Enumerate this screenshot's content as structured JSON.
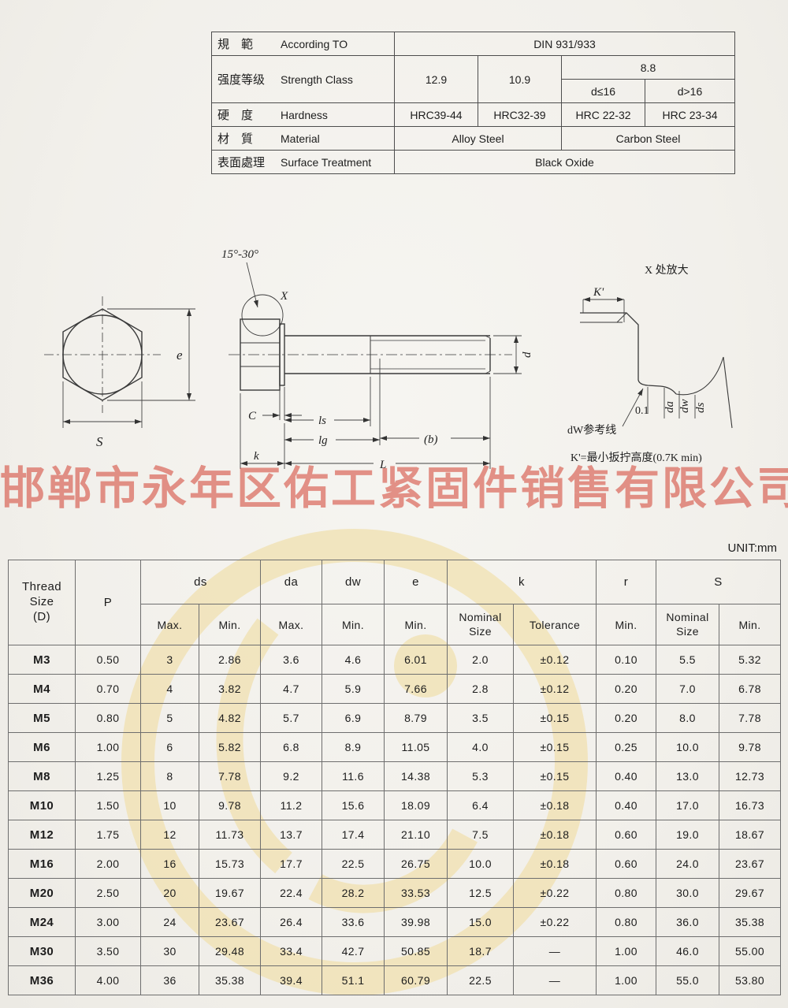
{
  "page": {
    "unit_label": "UNIT:mm"
  },
  "colors": {
    "watermark_red": "#d23e30",
    "logo_yellow": "#f1e2b4"
  },
  "watermarks": {
    "company_red": "邯郸市永年区佑工紧固件销售有限公司"
  },
  "spec": {
    "r1": {
      "cn": "規　範",
      "en": "According TO",
      "val": "DIN 931/933"
    },
    "r2": {
      "cn": "强度等级",
      "en": "Strength Class",
      "c1": "12.9",
      "c2": "10.9",
      "c3": "8.8",
      "d1": "d≤16",
      "d2": "d>16"
    },
    "r3": {
      "cn": "硬　度",
      "en": "Hardness",
      "c1": "HRC39-44",
      "c2": "HRC32-39",
      "c3": "HRC 22-32",
      "c4": "HRC 23-34"
    },
    "r4": {
      "cn": "材　質",
      "en": "Material",
      "c1": "Alloy Steel",
      "c2": "Carbon Steel"
    },
    "r5": {
      "cn": "表面處理",
      "en": "Surface Treatment",
      "c1": "Black  Oxide"
    }
  },
  "drawing": {
    "labels": {
      "angle": "15°-30°",
      "x_mark": "X",
      "e": "e",
      "s": "S",
      "c": "C",
      "ls": "ls",
      "lg": "lg",
      "b": "(b)",
      "k": "k",
      "l": "L",
      "d": "d",
      "detail_title": "X 处放大",
      "k_prime": "K'",
      "tol": "0.1",
      "da": "da",
      "dw": "dw",
      "ds": "ds",
      "dw_ref": "dW参考线",
      "k_note": "K'=最小扳拧高度(0.7K min)"
    }
  },
  "dim_table": {
    "headers": {
      "thread": "Thread\nSize\n(D)",
      "p": "P",
      "ds": "ds",
      "da": "da",
      "dw": "dw",
      "e": "e",
      "k": "k",
      "r": "r",
      "s": "S",
      "max": "Max.",
      "min": "Min.",
      "nominal": "Nominal\nSize",
      "tolerance": "Tolerance"
    },
    "rows": [
      [
        "M3",
        "0.50",
        "3",
        "2.86",
        "3.6",
        "4.6",
        "6.01",
        "2.0",
        "±0.12",
        "0.10",
        "5.5",
        "5.32"
      ],
      [
        "M4",
        "0.70",
        "4",
        "3.82",
        "4.7",
        "5.9",
        "7.66",
        "2.8",
        "±0.12",
        "0.20",
        "7.0",
        "6.78"
      ],
      [
        "M5",
        "0.80",
        "5",
        "4.82",
        "5.7",
        "6.9",
        "8.79",
        "3.5",
        "±0.15",
        "0.20",
        "8.0",
        "7.78"
      ],
      [
        "M6",
        "1.00",
        "6",
        "5.82",
        "6.8",
        "8.9",
        "11.05",
        "4.0",
        "±0.15",
        "0.25",
        "10.0",
        "9.78"
      ],
      [
        "M8",
        "1.25",
        "8",
        "7.78",
        "9.2",
        "11.6",
        "14.38",
        "5.3",
        "±0.15",
        "0.40",
        "13.0",
        "12.73"
      ],
      [
        "M10",
        "1.50",
        "10",
        "9.78",
        "11.2",
        "15.6",
        "18.09",
        "6.4",
        "±0.18",
        "0.40",
        "17.0",
        "16.73"
      ],
      [
        "M12",
        "1.75",
        "12",
        "11.73",
        "13.7",
        "17.4",
        "21.10",
        "7.5",
        "±0.18",
        "0.60",
        "19.0",
        "18.67"
      ],
      [
        "M16",
        "2.00",
        "16",
        "15.73",
        "17.7",
        "22.5",
        "26.75",
        "10.0",
        "±0.18",
        "0.60",
        "24.0",
        "23.67"
      ],
      [
        "M20",
        "2.50",
        "20",
        "19.67",
        "22.4",
        "28.2",
        "33.53",
        "12.5",
        "±0.22",
        "0.80",
        "30.0",
        "29.67"
      ],
      [
        "M24",
        "3.00",
        "24",
        "23.67",
        "26.4",
        "33.6",
        "39.98",
        "15.0",
        "±0.22",
        "0.80",
        "36.0",
        "35.38"
      ],
      [
        "M30",
        "3.50",
        "30",
        "29.48",
        "33.4",
        "42.7",
        "50.85",
        "18.7",
        "—",
        "1.00",
        "46.0",
        "55.00"
      ],
      [
        "M36",
        "4.00",
        "36",
        "35.38",
        "39.4",
        "51.1",
        "60.79",
        "22.5",
        "—",
        "1.00",
        "55.0",
        "53.80"
      ]
    ]
  }
}
